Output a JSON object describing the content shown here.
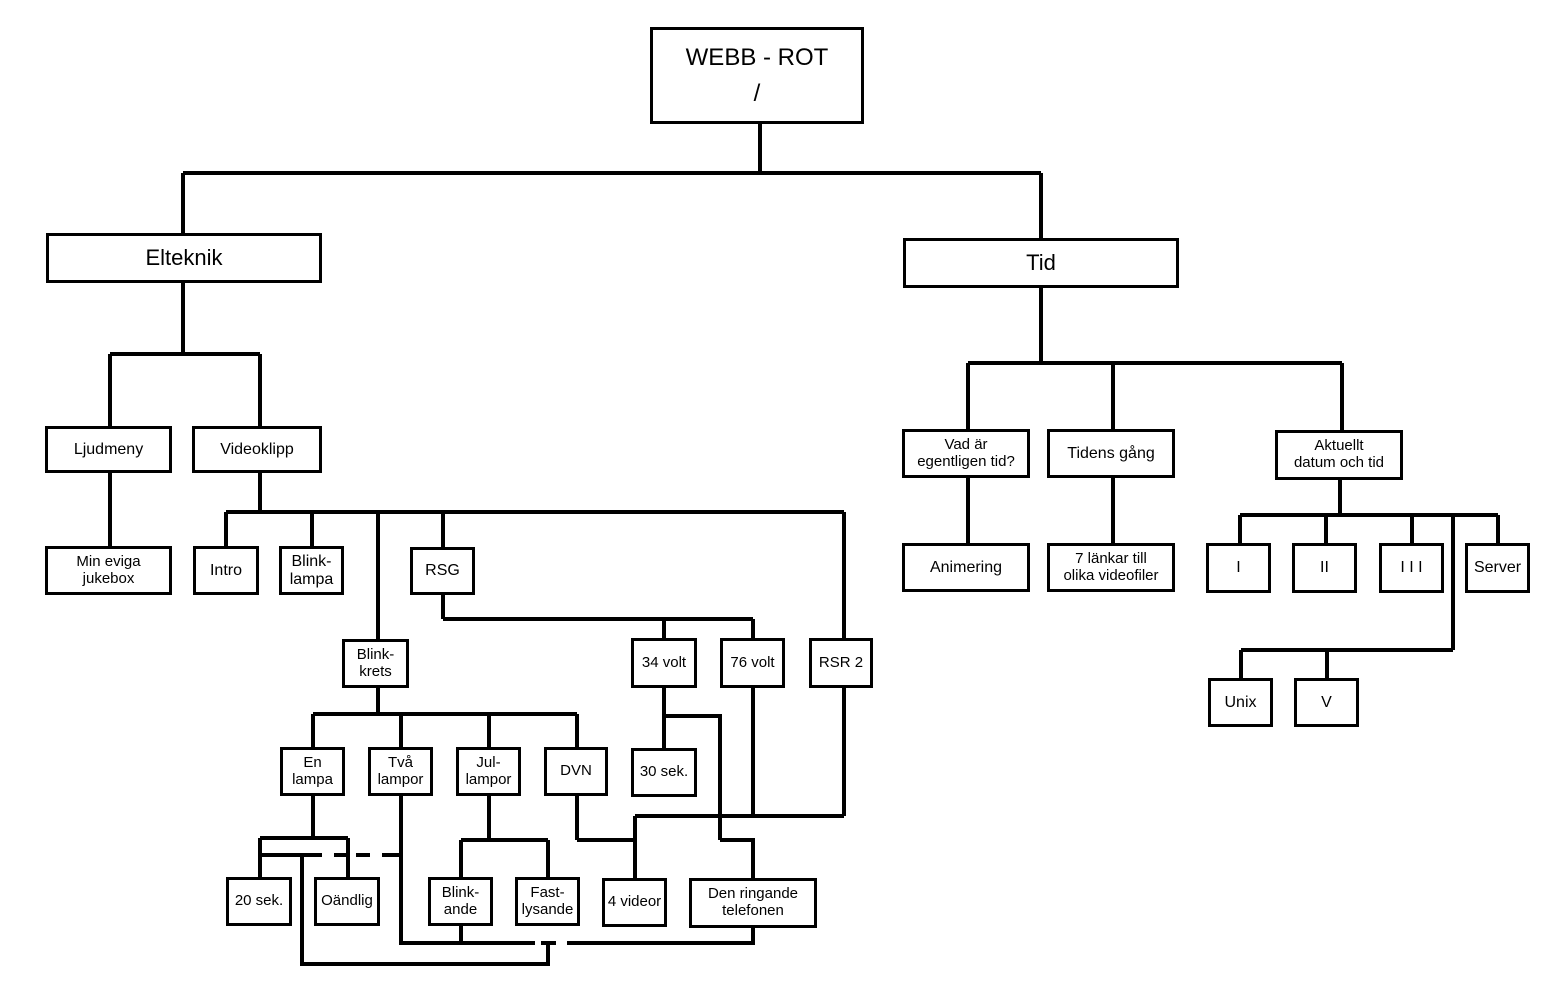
{
  "nodes": {
    "root": "WEBB - ROT\n/",
    "elteknik": "Elteknik",
    "tid": "Tid",
    "ljudmeny": "Ljudmeny",
    "videoklipp": "Videoklipp",
    "min_eviga": "Min eviga\njukebox",
    "intro": "Intro",
    "blink_lampa": "Blink-\nlampa",
    "rsg": "RSG",
    "blink_krets": "Blink-\nkrets",
    "volt34": "34 volt",
    "volt76": "76 volt",
    "rsr2": "RSR 2",
    "en_lampa": "En\nlampa",
    "tva_lampor": "Två\nlampor",
    "jul_lampor": "Jul-\nlampor",
    "dvn": "DVN",
    "sek30": "30 sek.",
    "sek20": "20 sek.",
    "oandlig": "Oändlig",
    "blinkande": "Blink-\nande",
    "fastlysande": "Fast-\nlysande",
    "videor4": "4 videor",
    "ringande": "Den ringande\ntelefonen",
    "vad_ar": "Vad är\negentligen tid?",
    "tidens_gang": "Tidens gång",
    "aktuellt": "Aktuellt\ndatum och tid",
    "animering": "Animering",
    "lankar7": "7 länkar till\nolika videofiler",
    "n1": "I",
    "n2": "II",
    "n3": "I I I",
    "server": "Server",
    "unix": "Unix",
    "v": "V"
  }
}
